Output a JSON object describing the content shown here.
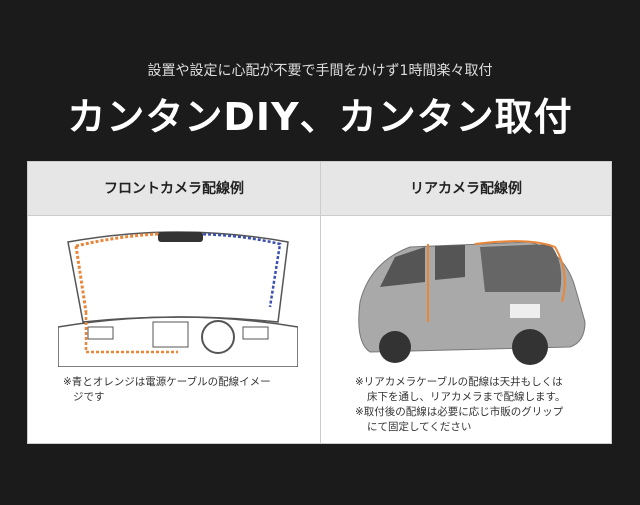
{
  "subtitle": "設置や設定に心配が不要で手間をかけず1時間楽々取付",
  "title": "カンタンDIY、カンタン取付",
  "front": {
    "header": "フロントカメラ配線例",
    "note1": "※青とオレンジは電源ケーブルの配線イメー",
    "note2": "ジです"
  },
  "rear": {
    "header": "リアカメラ配線例",
    "note1": "※リアカメラケーブルの配線は天井もしくは",
    "note2": "床下を通し、リアカメラまで配線します。",
    "note3": "※取付後の配線は必要に応じ市販のグリップ",
    "note4": "にて固定してください"
  },
  "colors": {
    "orange": "#e8863a",
    "blue": "#3a4fb0"
  }
}
